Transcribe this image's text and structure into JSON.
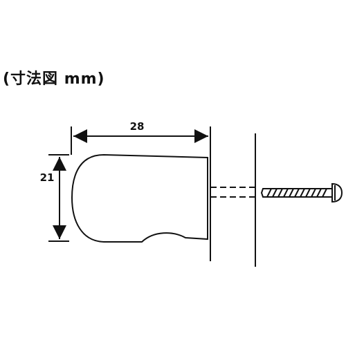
{
  "caption": "(寸法図 mm)",
  "dimensions": {
    "width": "28",
    "height": "21"
  },
  "colors": {
    "ink": "#111111",
    "background": "#ffffff"
  }
}
